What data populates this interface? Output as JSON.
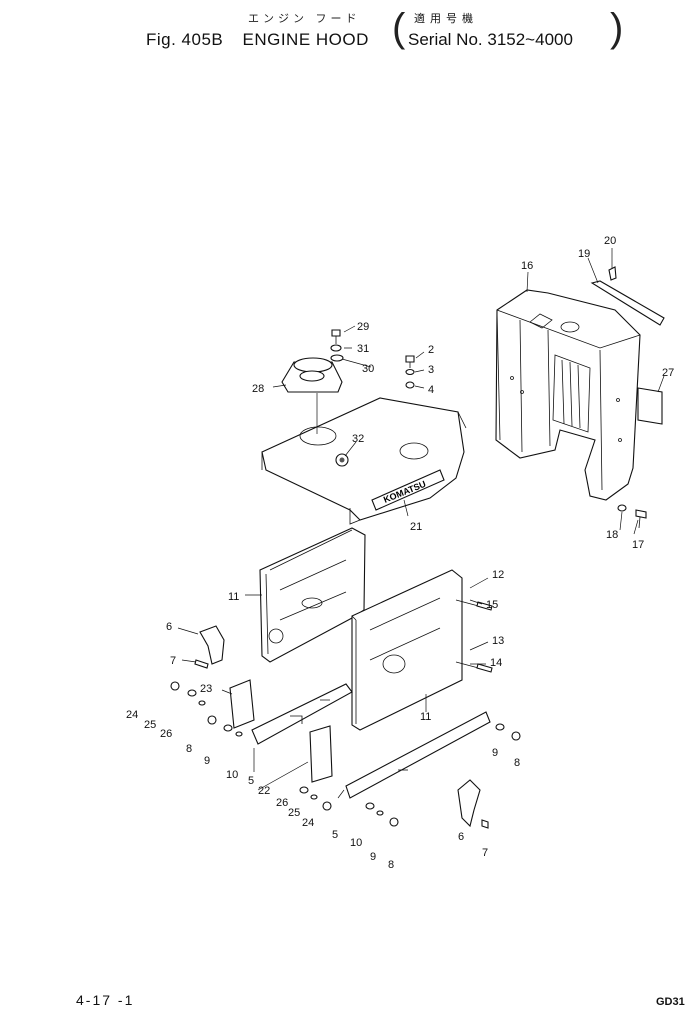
{
  "header": {
    "jp_title": "エンジン フード",
    "fig_number": "Fig. 405B",
    "title": "ENGINE HOOD",
    "serial_jp": "適用号機",
    "serial_text": "Serial No. 3152~4000"
  },
  "callouts": [
    "29",
    "31",
    "30",
    "28",
    "2",
    "3",
    "4",
    "32",
    "21",
    "20",
    "19",
    "16",
    "27",
    "18",
    "17",
    "11",
    "12",
    "15",
    "13",
    "14",
    "6",
    "7",
    "23",
    "24",
    "25",
    "26",
    "8",
    "9",
    "10",
    "5",
    "22",
    "11",
    "9",
    "8",
    "26",
    "25",
    "24",
    "5",
    "10",
    "9",
    "8",
    "6",
    "7"
  ],
  "nameplate_text": "KOMATSU",
  "footer": {
    "page": "4-17 -1",
    "code": "GD31"
  }
}
